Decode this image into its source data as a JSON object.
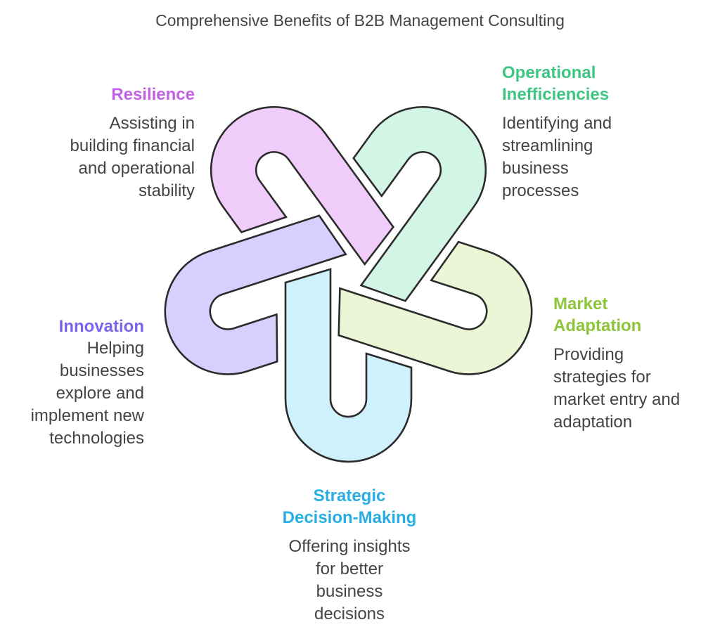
{
  "title": "Comprehensive Benefits of B2B Management Consulting",
  "items": [
    {
      "key": "strategic",
      "heading_lines": [
        "Strategic",
        "Decision-Making"
      ],
      "description_lines": [
        "Offering insights",
        "for better",
        "business",
        "decisions"
      ],
      "fill": "#cff1fc",
      "label_color": "#29aee3"
    },
    {
      "key": "innovation",
      "heading_lines": [
        "Innovation"
      ],
      "description_lines": [
        "Helping",
        "businesses",
        "explore and",
        "implement new",
        "technologies"
      ],
      "fill": "#d7d0ff",
      "label_color": "#7b63ea"
    },
    {
      "key": "resilience",
      "heading_lines": [
        "Resilience"
      ],
      "description_lines": [
        "Assisting in",
        "building financial",
        "and operational",
        "stability"
      ],
      "fill": "#f0ccfb",
      "label_color": "#c260e6"
    },
    {
      "key": "operational",
      "heading_lines": [
        "Operational",
        "Inefficiencies"
      ],
      "description_lines": [
        "Identifying and",
        "streamlining",
        "business",
        "processes"
      ],
      "fill": "#d3f5e6",
      "label_color": "#3fc582"
    },
    {
      "key": "market",
      "heading_lines": [
        "Market",
        "Adaptation"
      ],
      "description_lines": [
        "Providing",
        "strategies for",
        "market entry and",
        "adaptation"
      ],
      "fill": "#eaf6d5",
      "label_color": "#8cc43a"
    }
  ],
  "stroke_color": "#2b2b2b"
}
